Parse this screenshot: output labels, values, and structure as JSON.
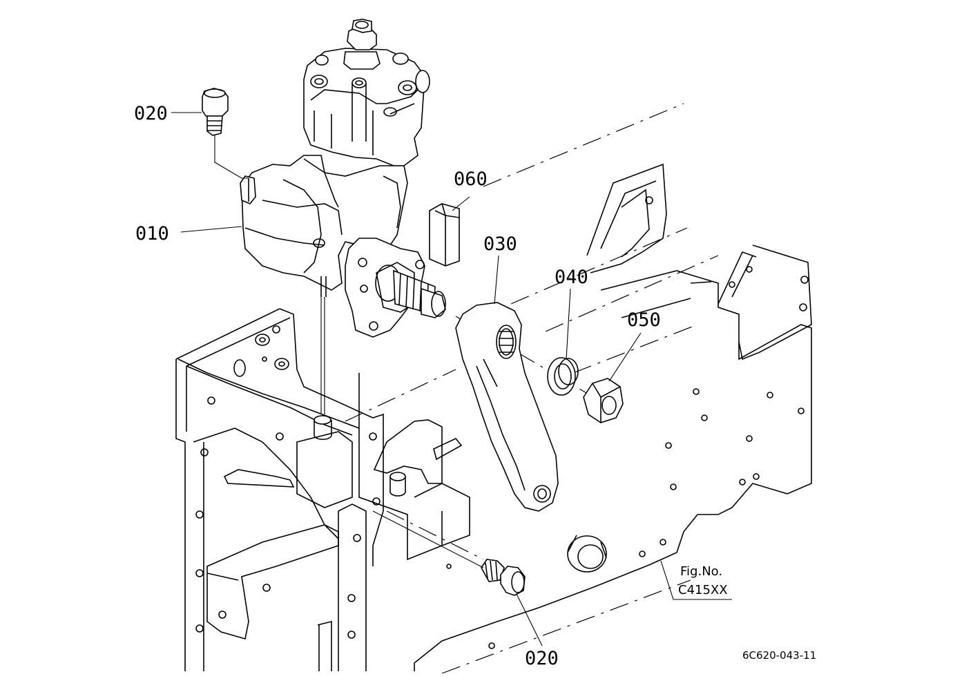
{
  "labels": {
    "p010": "010",
    "p020_top": "020",
    "p020_bottom": "020",
    "p030": "030",
    "p040": "040",
    "p050": "050",
    "p060": "060"
  },
  "figure": {
    "fig_line1": "Fig.No.",
    "fig_line2": "C415XX",
    "drawing_code": "6C620-043-11"
  }
}
